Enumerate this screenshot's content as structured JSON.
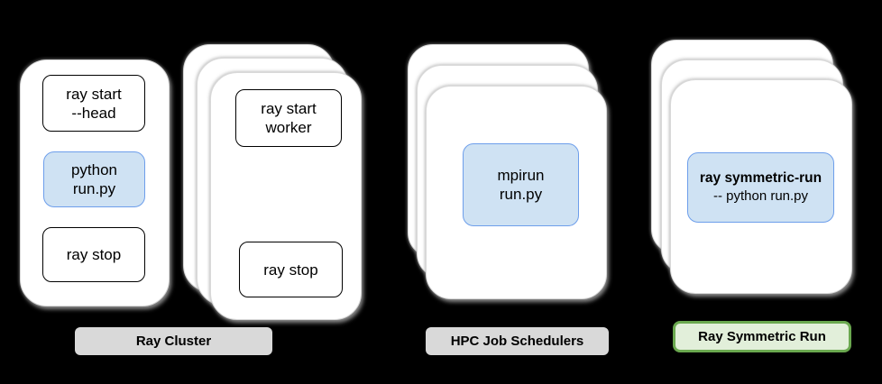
{
  "colors": {
    "background": "#000000",
    "card-fill": "#ffffff",
    "card-edge": "#d9d9d9",
    "box-border": "#000000",
    "blue-fill": "#cfe2f3",
    "blue-border": "#6d9eeb",
    "gray-badge": "#d9d9d9",
    "green-fill": "#e2efda",
    "green-border": "#6aa84f",
    "text": "#000000"
  },
  "groups": [
    {
      "boxes": [
        {
          "lines": [
            "ray start",
            "--head"
          ],
          "highlighted": false
        },
        {
          "lines": [
            "python",
            "run.py"
          ],
          "highlighted": true
        },
        {
          "lines": [
            "ray stop"
          ],
          "highlighted": false
        }
      ]
    },
    {
      "boxes": [
        {
          "lines": [
            "ray start",
            "worker"
          ],
          "highlighted": false
        },
        {
          "lines": [
            "ray stop"
          ],
          "highlighted": false
        }
      ]
    },
    {
      "boxes": [
        {
          "lines": [
            "mpirun",
            "run.py"
          ],
          "highlighted": true
        }
      ]
    },
    {
      "boxes": [
        {
          "lines": [
            "ray symmetric-run",
            "-- python run.py"
          ],
          "highlighted": true
        }
      ]
    }
  ],
  "labels": [
    {
      "text": "Ray Cluster"
    },
    {
      "text": "HPC Job Schedulers"
    },
    {
      "text": "Ray Symmetric Run"
    }
  ]
}
